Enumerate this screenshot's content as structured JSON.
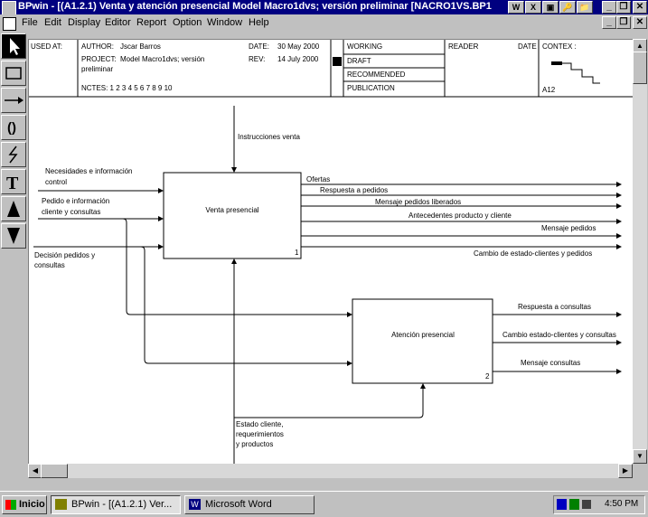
{
  "window": {
    "app_name": "BPwin",
    "title": "BPwin - [(A1.2.1) Venta y atención presencial  Model Macro1dvs; versión preliminar  [NACRO1VS.BP1"
  },
  "quick_launch": [
    "W",
    "X",
    "▣",
    "🔑",
    "📁"
  ],
  "menu": [
    "File",
    "Edit",
    "Display",
    "Editor",
    "Report",
    "Option",
    "Window",
    "Help"
  ],
  "header": {
    "used_at": "USED AT:",
    "author_label": "AUTHOR:",
    "author": "Jscar Barros",
    "project_label": "PROJECT:",
    "project": "Model Macro1dvs; versión",
    "project_cont": "preliminar",
    "date_label": "DATE:",
    "date": "30 May  2000",
    "rev_label": "REV:",
    "rev": "14 July 2000",
    "notes": "NCTES:  1  2  3  4  5  6  7  8  9  10",
    "status": [
      "WORKING",
      "DRAFT",
      "RECOMMENDED",
      "PUBLICATION"
    ],
    "reader": "READER",
    "reader_date": "DATE",
    "context": "CONTEX :",
    "node": "A12"
  },
  "diagram": {
    "box1": {
      "label": "Venta presencial",
      "number": "1"
    },
    "box2": {
      "label": "Atención presencial",
      "number": "2"
    },
    "control_top": "Instrucciones venta",
    "inputs": [
      "Necesidades e información",
      "control",
      "Pedido e información",
      "cliente y consultas",
      "Decisión pedidos y",
      "consultas"
    ],
    "outputs1": [
      "Ofertas",
      "Respuesta a pedidos",
      "Mensaje pedidos liberados",
      "Antecedentes producto y cliente",
      "Mensaje pedidos",
      "Cambio de estado-clientes y pedidos"
    ],
    "outputs2": [
      "Respuesta a consultas",
      "Cambio estado-clientes y consultas",
      "Mensaje consultas"
    ],
    "mechanism": [
      "Estado cliente,",
      "requerimientos",
      "y productos"
    ]
  },
  "taskbar": {
    "start": "Inicio",
    "tasks": [
      "BPwin - [(A1.2.1) Ver...",
      "Microsoft Word"
    ],
    "clock": "4:50 PM"
  }
}
